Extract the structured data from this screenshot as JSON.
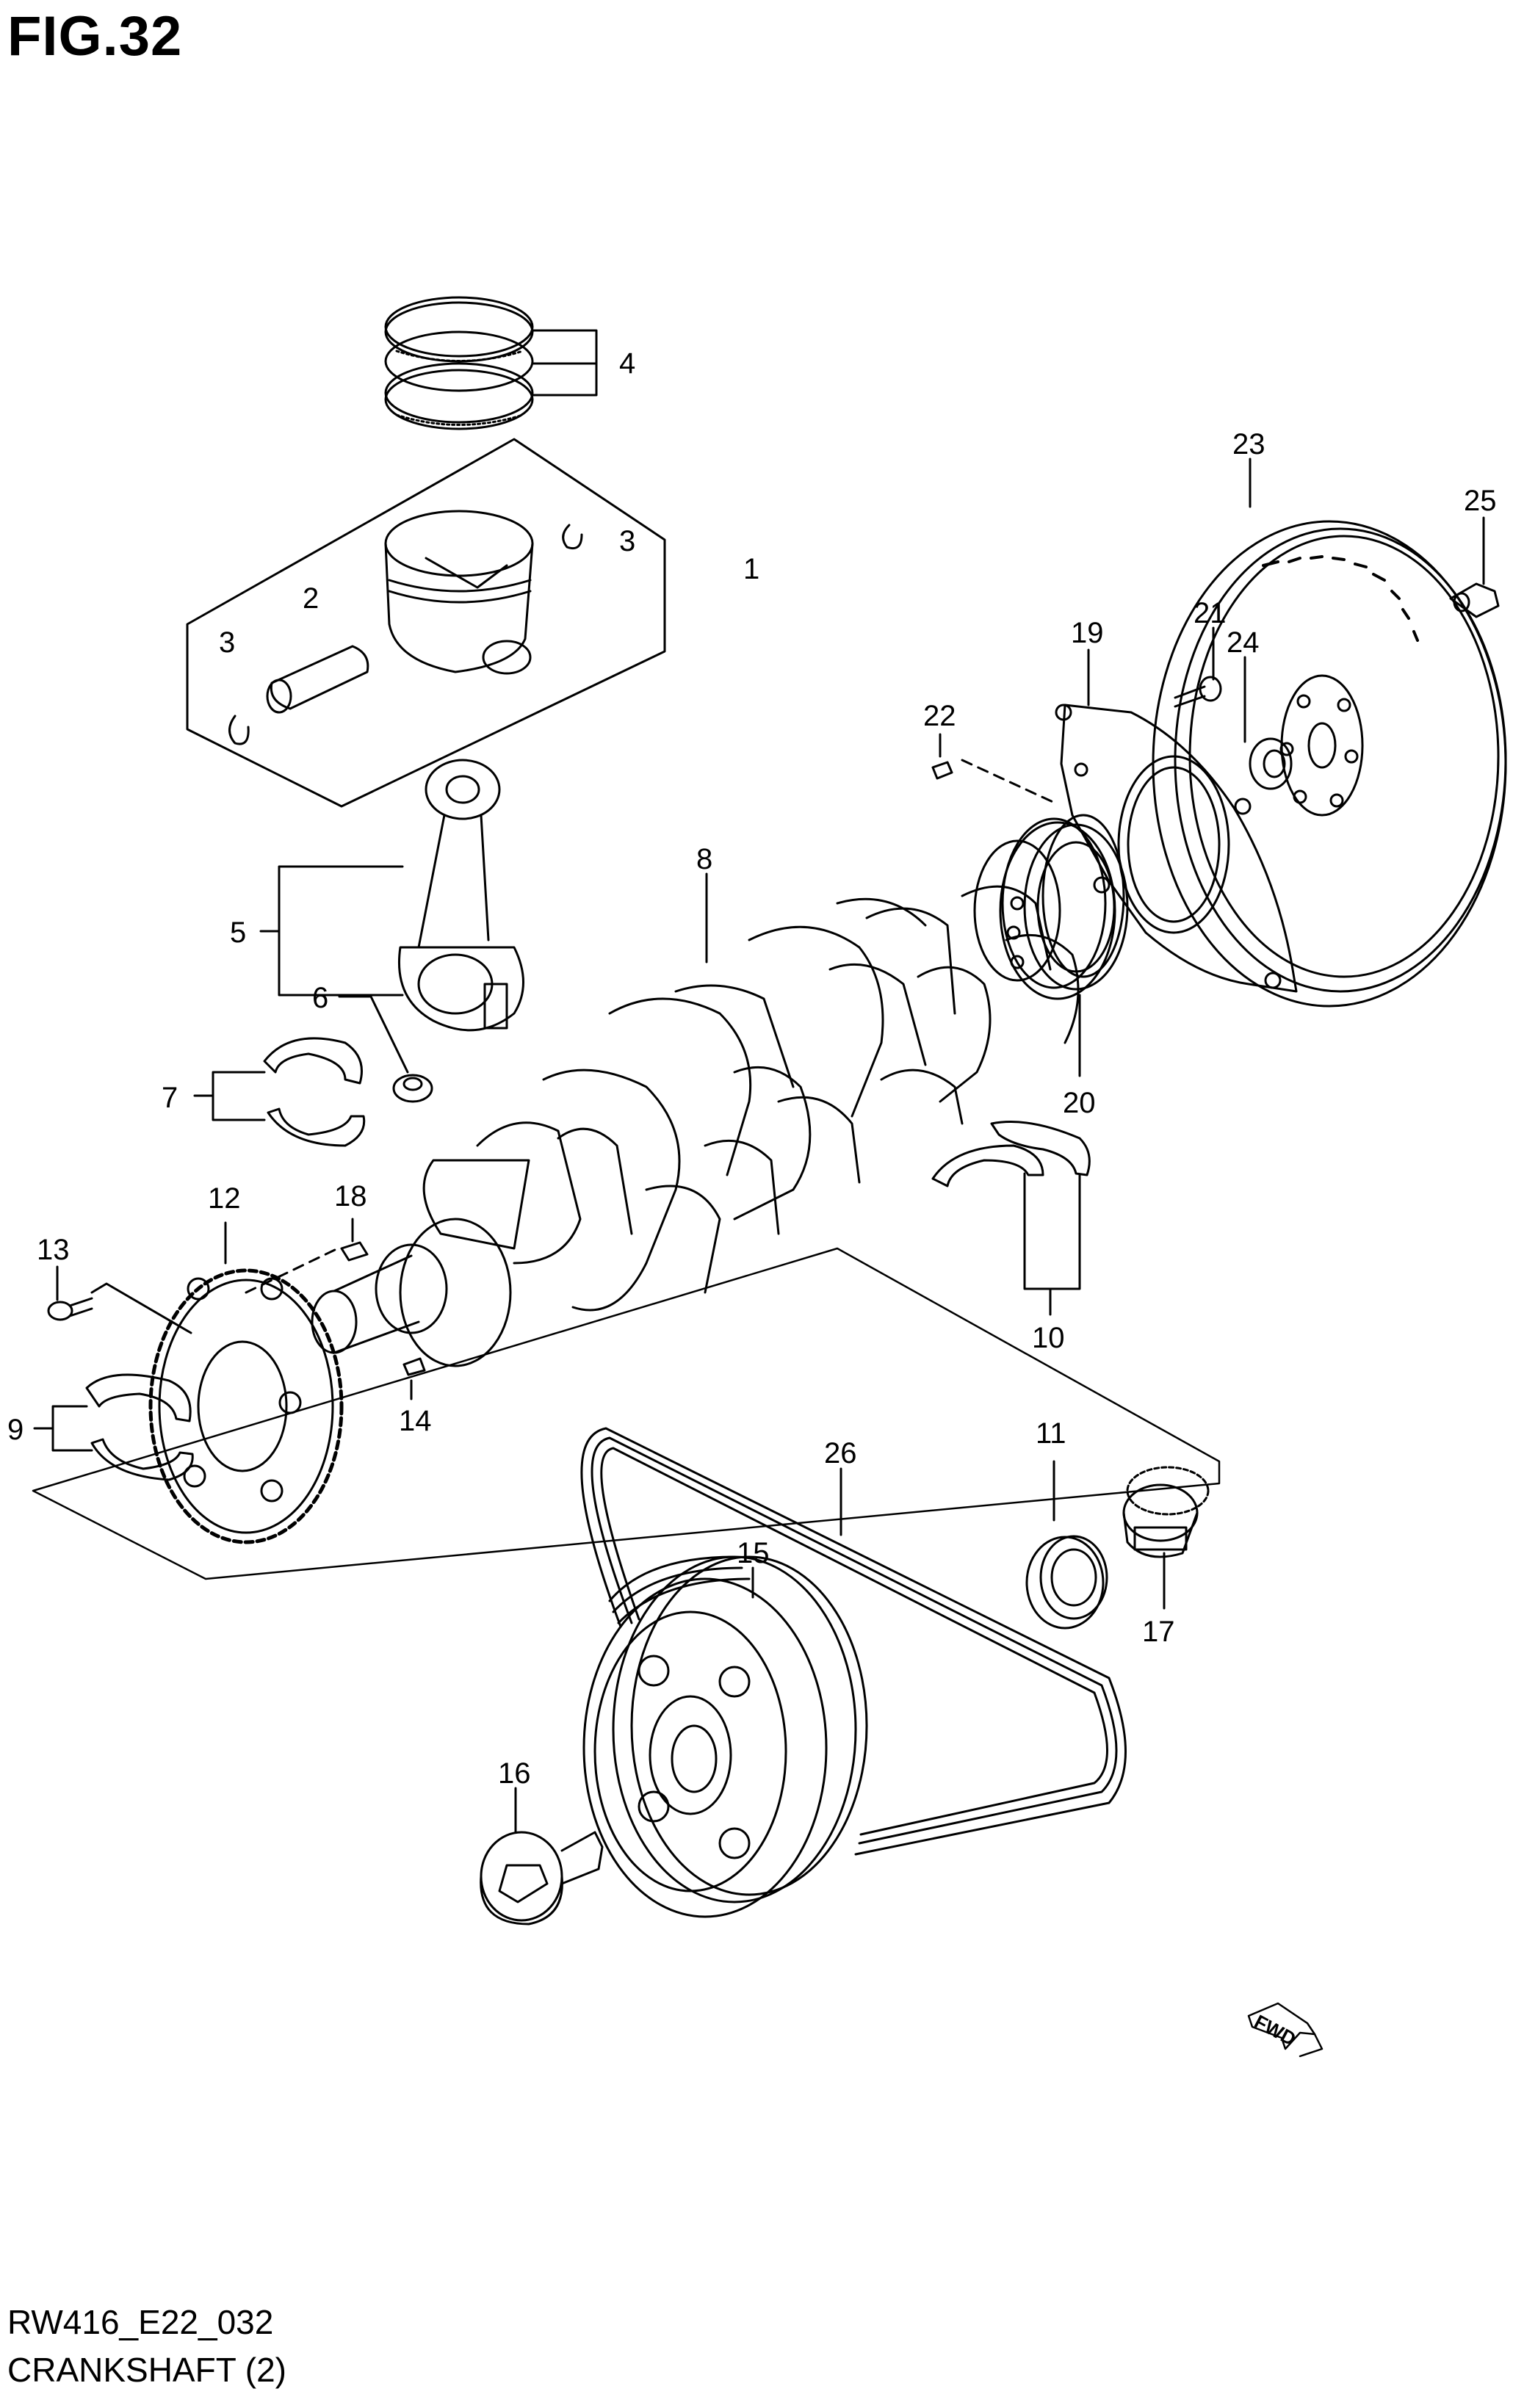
{
  "figure": {
    "title": "FIG.32"
  },
  "footer": {
    "code": "RW416_E22_032",
    "name": "CRANKSHAFT (2)"
  },
  "callouts": {
    "c1": "1",
    "c2": "2",
    "c3a": "3",
    "c3b": "3",
    "c4": "4",
    "c5": "5",
    "c6": "6",
    "c7": "7",
    "c8": "8",
    "c9": "9",
    "c10": "10",
    "c11": "11",
    "c12": "12",
    "c13": "13",
    "c14": "14",
    "c15": "15",
    "c16": "16",
    "c17": "17",
    "c18": "18",
    "c19": "19",
    "c20": "20",
    "c21": "21",
    "c22": "22",
    "c23": "23",
    "c24": "24",
    "c25": "25",
    "c26": "26"
  },
  "fwd_label": "FWD"
}
